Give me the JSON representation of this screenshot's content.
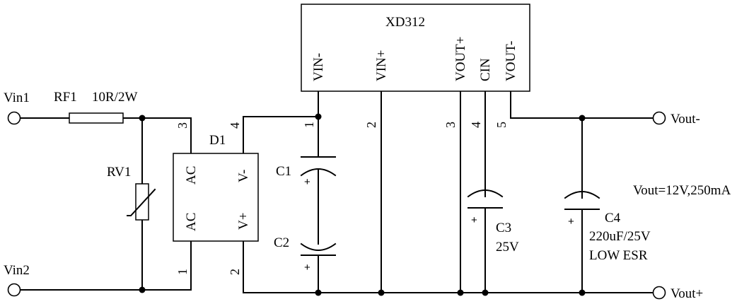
{
  "terminals": {
    "vin1": "Vin1",
    "vin2": "Vin2",
    "vout_minus": "Vout-",
    "vout_plus": "Vout+"
  },
  "rf1": {
    "ref": "RF1",
    "value": "10R/2W"
  },
  "rv1": {
    "ref": "RV1"
  },
  "d1": {
    "ref": "D1",
    "pin_ac_top": "AC",
    "pin_ac_bottom": "AC",
    "pin_vminus": "V-",
    "pin_vplus": "V+",
    "pin_num_3": "3",
    "pin_num_4": "4",
    "pin_num_1": "1",
    "pin_num_2": "2"
  },
  "xd312": {
    "title": "XD312",
    "pins": [
      "VIN-",
      "VIN+",
      "VOUT+",
      "CIN",
      "VOUT-"
    ],
    "pin_numbers": [
      "1",
      "2",
      "3",
      "4",
      "5"
    ]
  },
  "c1": {
    "ref": "C1",
    "plus": "+"
  },
  "c2": {
    "ref": "C2",
    "plus": "+"
  },
  "c3": {
    "ref": "C3",
    "value": "25V",
    "plus": "+"
  },
  "c4": {
    "ref": "C4",
    "value": "220uF/25V",
    "note": "LOW ESR",
    "plus": "+"
  },
  "spec": "Vout=12V,250mA"
}
